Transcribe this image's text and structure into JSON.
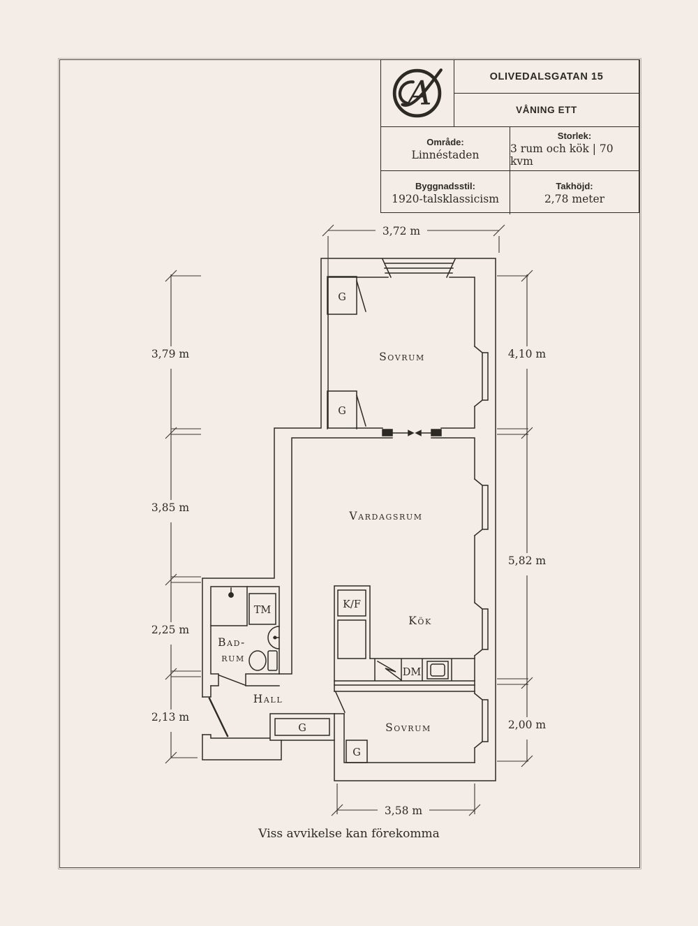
{
  "header": {
    "logo_letter": "A",
    "address": "OLIVEDALSGATAN 15",
    "floor": "VÅNING ETT",
    "fields": {
      "area_label": "Område:",
      "area_value": "Linnéstaden",
      "size_label": "Storlek:",
      "size_value": "3 rum och kök | 70 kvm",
      "style_label": "Byggnadsstil:",
      "style_value": "1920-talsklassicism",
      "height_label": "Takhöjd:",
      "height_value": "2,78 meter"
    }
  },
  "plan": {
    "rooms": {
      "bedroom_top": "Sovrum",
      "living_room": "Vardagsrum",
      "kitchen": "Kök",
      "bedroom_bottom": "Sovrum",
      "hall": "Hall",
      "bathroom_line1": "Bad-",
      "bathroom_line2": "rum"
    },
    "fixtures": {
      "wardrobe": "G",
      "washing_machine": "TM",
      "fridge_freezer": "K/F",
      "dishwasher": "DM"
    },
    "dimensions": {
      "top": "3,72 m",
      "left": [
        "3,79 m",
        "3,85 m",
        "2,25 m",
        "2,13 m"
      ],
      "right": [
        "4,10 m",
        "5,82 m",
        "2,00 m"
      ],
      "bottom": "3,58 m"
    }
  },
  "footer": {
    "disclaimer": "Viss avvikelse kan förekomma"
  },
  "colors": {
    "background": "#f4ede7",
    "ink": "#2d2925"
  }
}
